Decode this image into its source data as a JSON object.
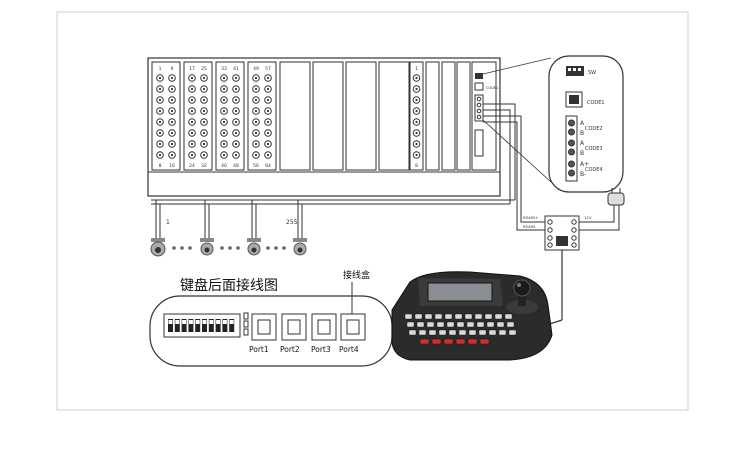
{
  "rack": {
    "slot_labels": [
      {
        "top_a": "1",
        "top_b": "9",
        "bottom_a": "8",
        "bottom_b": "16"
      },
      {
        "top_a": "17",
        "top_b": "25",
        "bottom_a": "24",
        "bottom_b": "32"
      },
      {
        "top_a": "33",
        "top_b": "41",
        "bottom_a": "40",
        "bottom_b": "48"
      },
      {
        "top_a": "49",
        "top_b": "57",
        "bottom_a": "56",
        "bottom_b": "64"
      }
    ],
    "right_card_top": "1",
    "right_card_bottom": "8",
    "code1_small": "CODE1"
  },
  "cameras": {
    "first_label": "1",
    "last_label": "255"
  },
  "detail": {
    "sw_label": "SW",
    "code1_label": "CODE1",
    "code2_label": "CODE2",
    "code3_label": "CODE3",
    "code4_label": "CODE4",
    "a_label": "A",
    "b_label": "B",
    "a_plus_label": "A+",
    "b_minus_label": "B-"
  },
  "junction": {
    "rs485_label": "RS485+",
    "rs485_minus_label": "RS485-",
    "power_label": "12V"
  },
  "keyboard_panel": {
    "title": "键盘后面接线图",
    "junction_box_label": "接线盒",
    "ports": [
      "Port1",
      "Port2",
      "Port3",
      "Port4"
    ]
  },
  "colors": {
    "line": "#333333",
    "keyboard_body": "#2b2b2b",
    "keyboard_screen": "#8a8f96",
    "key_red": "#c9302c"
  }
}
